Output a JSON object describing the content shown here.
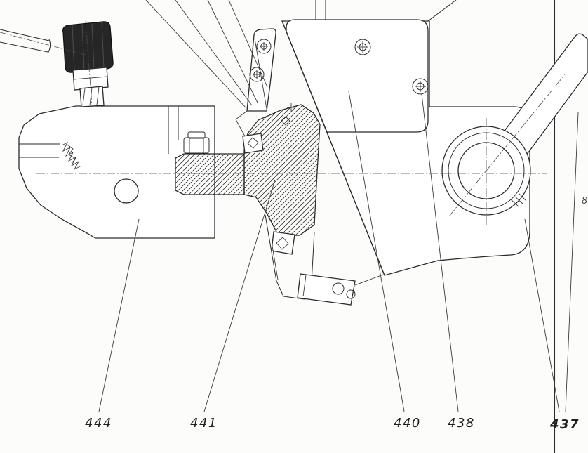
{
  "drawing": {
    "kind": "mechanical-cross-section-detail",
    "background_color": "#fcfcfa",
    "line_color": "#2b2b2b"
  },
  "labels": {
    "items": [
      {
        "id": "444",
        "text": "444"
      },
      {
        "id": "441",
        "text": "441"
      },
      {
        "id": "440",
        "text": "440"
      },
      {
        "id": "438",
        "text": "438"
      },
      {
        "id": "437",
        "text": "437"
      }
    ],
    "edge_fragment": "8"
  }
}
